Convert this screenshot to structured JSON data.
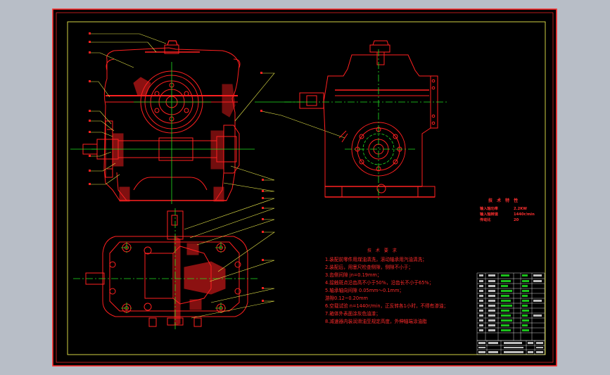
{
  "colors": {
    "background": "#b8bec7",
    "sheet": "#000000",
    "sheet_border": "#ff2a2a",
    "frame": "#e8e84a",
    "geometry": "#ff2020",
    "centerline": "#22e022",
    "leader": "#e8e84a",
    "titleblock": "#ffffff"
  },
  "tech_notes": {
    "title": "技 术 要 求",
    "lines": [
      "1.装配前零件用煤油清洗，滚动轴承用汽油清洗；",
      "2.装配后，用塞尺检查侧隙，侧隙不小于；",
      "3.齿侧间隙 jn=0.19mm；",
      "4.接触斑点沿齿高不小于50%，沿齿长不小于65%；",
      "5.轴承轴向间隙 0.05mm～0.1mm；",
      "    游隙0.12~0.20mm",
      "6.空载试验 n=1440r/min，正反转各1小时，不得有渗油；",
      "7.箱体外表面涂灰色油漆；",
      "8.减速器内装润滑油至规定高度，外伸轴端涂油脂"
    ]
  },
  "spec": {
    "title": "技 术 特 性",
    "rows": [
      {
        "label": "输入轴功率",
        "value": "2.2KW"
      },
      {
        "label": "输入轴转速",
        "value": "1440r/min"
      },
      {
        "label": "传动比",
        "value": "20"
      }
    ]
  }
}
